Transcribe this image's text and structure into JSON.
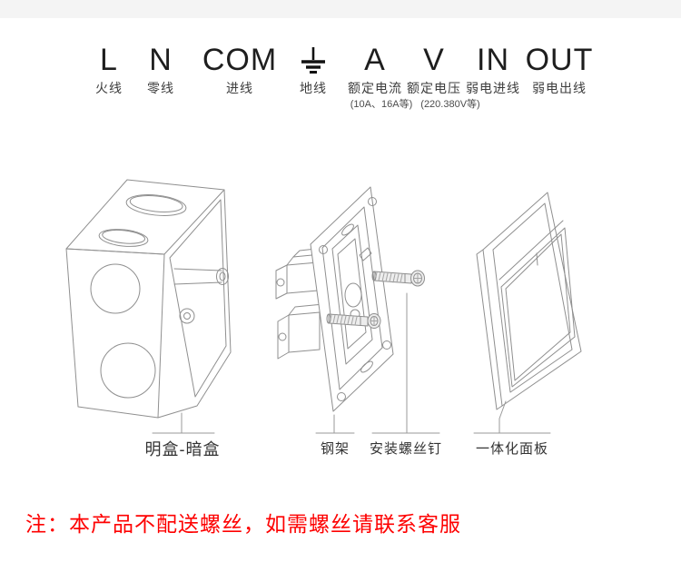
{
  "header_strip": {
    "color": "#f4f4f4"
  },
  "terminal_legend": {
    "items": [
      {
        "symbol": "L",
        "label": "火线"
      },
      {
        "symbol": "N",
        "label": "零线"
      },
      {
        "symbol": "COM",
        "label": "进线"
      },
      {
        "symbol": "",
        "label": "地线",
        "icon": "earth-ground"
      },
      {
        "symbol": "A",
        "label": "额定电流",
        "note": "(10A、16A等)"
      },
      {
        "symbol": "V",
        "label": "额定电压",
        "note": "(220.380V等)"
      },
      {
        "symbol": "IN",
        "label": "弱电进线"
      },
      {
        "symbol": "OUT",
        "label": "弱电出线"
      }
    ]
  },
  "installation_diagram": {
    "part_labels": {
      "mounting_box": "明盒-暗盒",
      "steel_frame": "钢架",
      "screws": "安装螺丝钉",
      "panel": "一体化面板"
    }
  },
  "footer_note": {
    "text": "注：本产品不配送螺丝，如需螺丝请联系客服",
    "color": "#fe0000"
  }
}
